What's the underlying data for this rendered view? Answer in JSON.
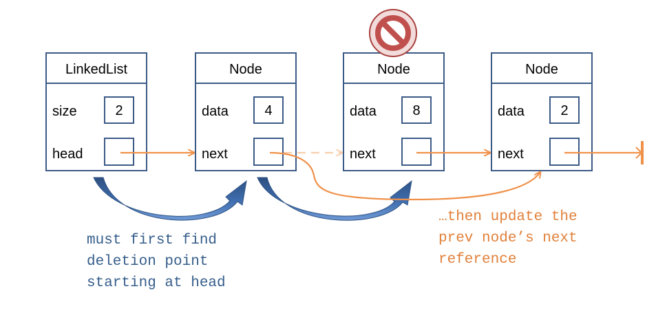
{
  "colors": {
    "box_stroke": "#3b5a86",
    "pointer_arrow": "#f0914a",
    "pending_arrow": "#f8cfae",
    "traverse_arrow": "#3d68a8",
    "note_blue": "#355d8a",
    "note_orange": "#e0803a",
    "delete_badge": "#c0504d"
  },
  "icons": {
    "deleted_node": "prohibited-icon",
    "list_end": "null-terminator-icon"
  },
  "linked_list": {
    "title": "LinkedList",
    "fields": [
      {
        "label": "size",
        "value": "2"
      },
      {
        "label": "head",
        "value": ""
      }
    ]
  },
  "nodes": [
    {
      "title": "Node",
      "fields": [
        {
          "label": "data",
          "value": "4"
        },
        {
          "label": "next",
          "value": ""
        }
      ]
    },
    {
      "title": "Node",
      "fields": [
        {
          "label": "data",
          "value": "8"
        },
        {
          "label": "next",
          "value": ""
        }
      ],
      "deleted": true
    },
    {
      "title": "Node",
      "fields": [
        {
          "label": "data",
          "value": "2"
        },
        {
          "label": "next",
          "value": ""
        }
      ]
    }
  ],
  "notes": {
    "traversal": [
      "must first find",
      "deletion point",
      "starting at head"
    ],
    "update": [
      "…then update the",
      "prev node’s next",
      "reference"
    ]
  }
}
